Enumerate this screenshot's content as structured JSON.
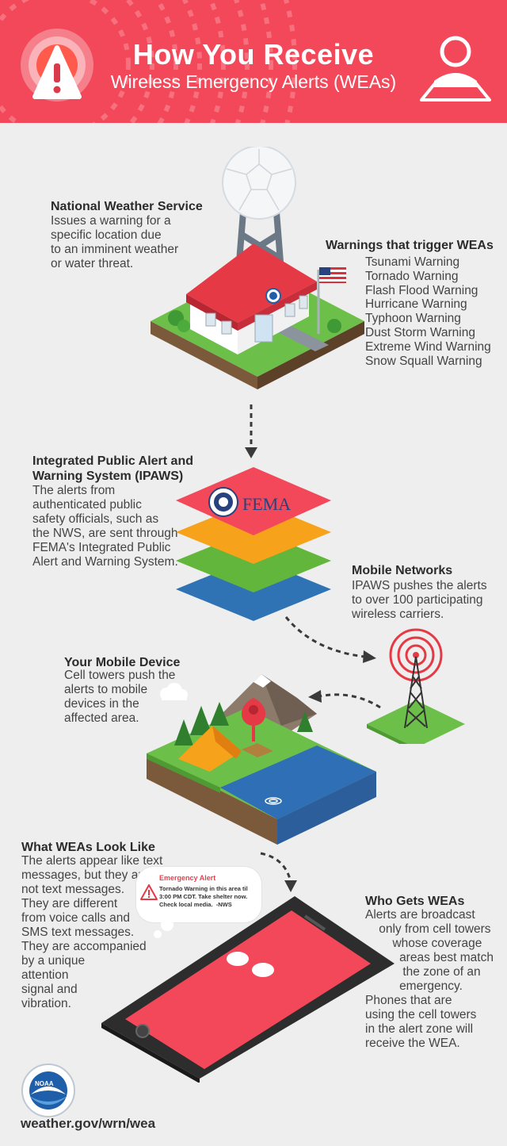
{
  "header": {
    "title": "How You Receive",
    "subtitle": "Wireless Emergency Alerts (WEAs)"
  },
  "nws": {
    "heading": "National Weather Service",
    "body": "Issues a warning for a\nspecific location due\nto an imminent weather\nor water threat."
  },
  "warnings": {
    "heading": "Warnings that trigger WEAs",
    "items": [
      "Tsunami Warning",
      "Tornado Warning",
      "Flash Flood Warning",
      "Hurricane Warning",
      "Typhoon Warning",
      "Dust Storm Warning",
      "Extreme Wind Warning",
      "Snow Squall Warning"
    ]
  },
  "ipaws": {
    "heading": "Integrated Public Alert and\nWarning System (IPAWS)",
    "body": "The alerts from\nauthenticated public\nsafety officials, such as\nthe NWS, are sent through\nFEMA's Integrated Public\nAlert and Warning System.",
    "logo_text": "FEMA"
  },
  "mobile_networks": {
    "heading": "Mobile Networks",
    "body": "IPAWS pushes the alerts\nto over 100 participating\nwireless carriers."
  },
  "device": {
    "heading": "Your Mobile Device",
    "body": "Cell towers push the\nalerts to mobile\ndevices in the\naffected area."
  },
  "look": {
    "heading": "What WEAs Look Like",
    "body": "The alerts appear like text\nmessages, but they are\nnot text messages.\nThey are different\nfrom voice calls and\nSMS text messages.\nThey are accompanied\nby a unique\nattention\nsignal and\nvibration."
  },
  "alert_bubble": {
    "title": "Emergency Alert",
    "text": "Tornado Warning in this area til\n3:00 PM CDT. Take shelter now.\nCheck local media.  -NWS"
  },
  "who": {
    "heading": "Who Gets WEAs",
    "body": "Alerts are broadcast\n    only from cell towers\n        whose coverage\n          areas best match\n           the zone of an\n          emergency.\nPhones that are\nusing the cell towers\nin the alert zone will\nreceive the WEA."
  },
  "noaa": {
    "logo_text": "NOAA"
  },
  "footer": {
    "url": "weather.gov/wrn/wea"
  },
  "colors": {
    "header_red": "#f2485a",
    "layer_red": "#f2485a",
    "layer_orange": "#f7a21b",
    "layer_green": "#62b63b",
    "layer_blue": "#2f73b5",
    "background": "#eeeeee"
  }
}
